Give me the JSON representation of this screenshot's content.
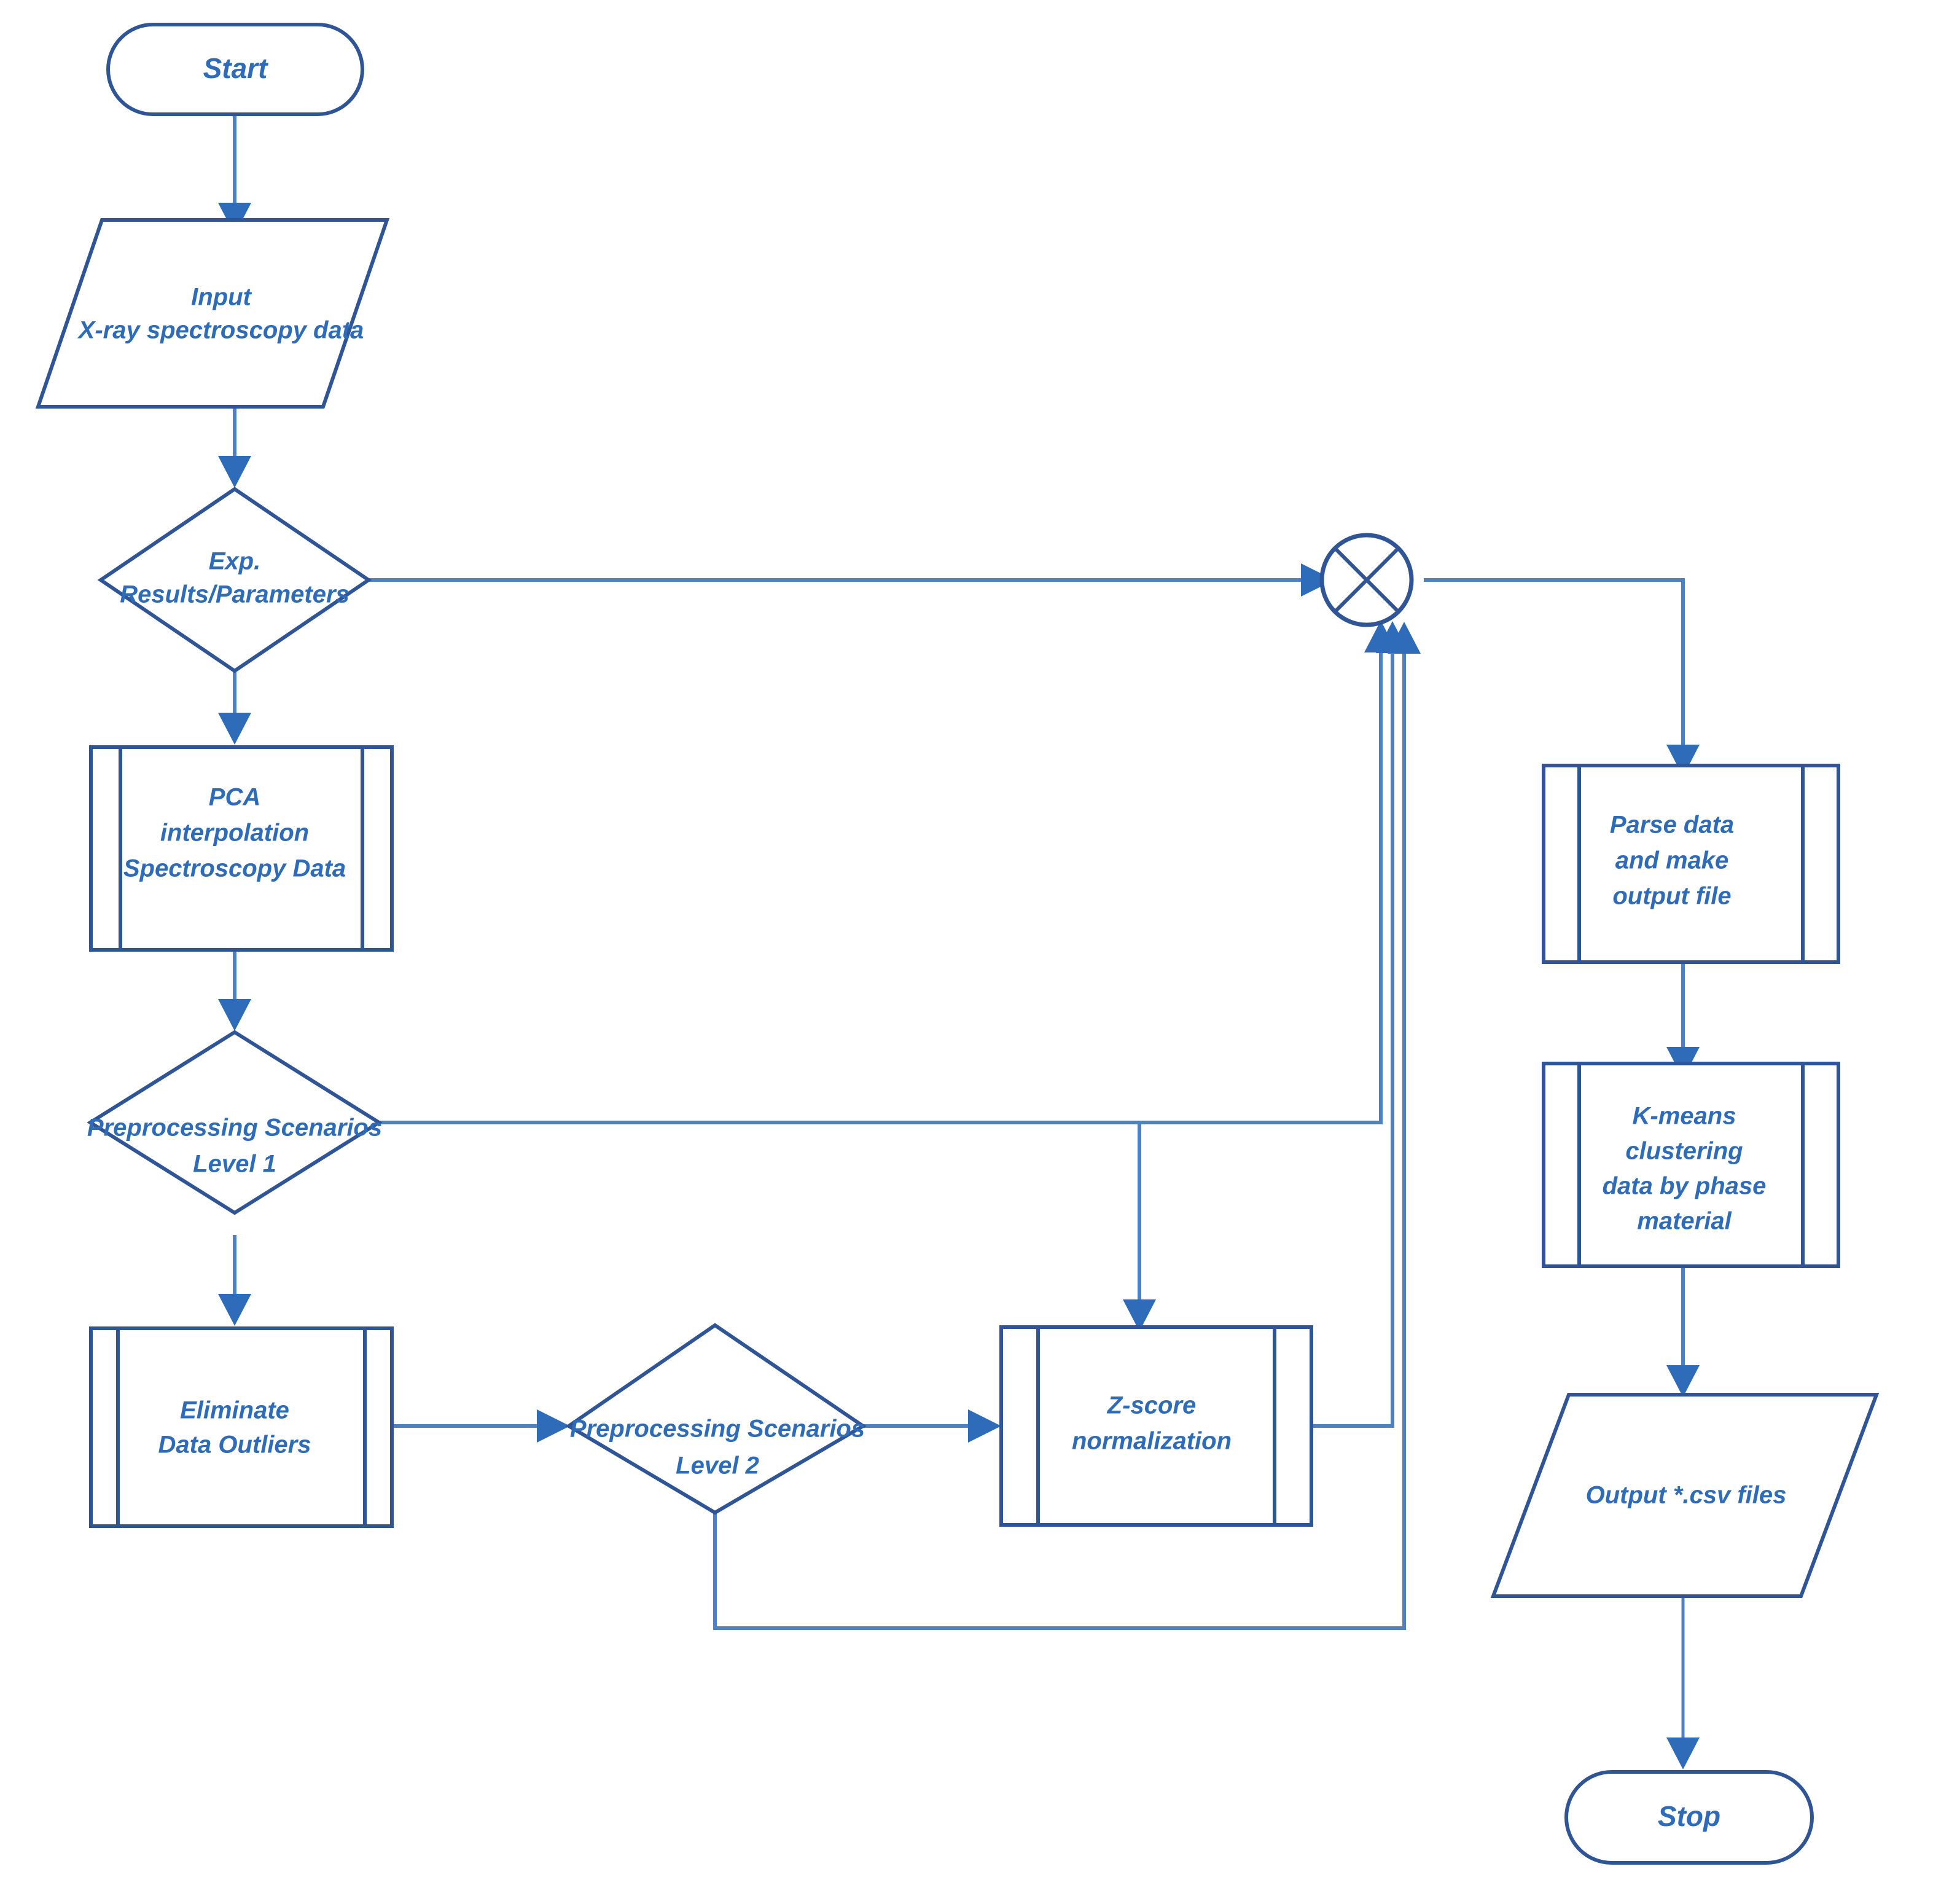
{
  "diagram": {
    "title": "X-ray spectroscopy data processing flowchart",
    "colors": {
      "shape_stroke": "#2F5597",
      "connector_stroke": "#4E80C4",
      "arrow_fill": "#2E6BB8",
      "text": "#2E6BB8",
      "background": "#FFFFFF"
    }
  },
  "nodes": {
    "start": {
      "label": "Start",
      "shape": "terminal"
    },
    "input_data": {
      "shape": "io-parallelogram",
      "lines": [
        "Input",
        "X-ray spectroscopy data"
      ]
    },
    "exp_results": {
      "shape": "decision-diamond",
      "lines": [
        "Exp.",
        "Results/Parameters"
      ]
    },
    "pca": {
      "shape": "predefined-process",
      "lines": [
        "PCA",
        "interpolation",
        "Spectroscopy Data"
      ]
    },
    "preproc_level1": {
      "shape": "decision-diamond",
      "lines": [
        "Preprocessing Scenarios",
        "Level 1"
      ]
    },
    "eliminate_outliers": {
      "shape": "predefined-process",
      "lines": [
        "Eliminate",
        "Data Outliers"
      ]
    },
    "preproc_level2": {
      "shape": "decision-diamond",
      "lines": [
        "Preprocessing Scenarios",
        "Level 2"
      ]
    },
    "zscore": {
      "shape": "predefined-process",
      "lines": [
        "Z-score",
        "normalization"
      ]
    },
    "junction": {
      "shape": "circle-cross",
      "label": ""
    },
    "parse_data": {
      "shape": "predefined-process",
      "lines": [
        "Parse data",
        "and make",
        "output file"
      ]
    },
    "kmeans": {
      "shape": "predefined-process",
      "lines": [
        "K-means",
        "clustering",
        "data by phase",
        "material"
      ]
    },
    "output_csv": {
      "shape": "io-parallelogram",
      "lines": [
        "Output *.csv files"
      ]
    },
    "stop": {
      "label": "Stop",
      "shape": "terminal"
    }
  },
  "edges": [
    {
      "from": "start",
      "to": "input_data",
      "arrow": true
    },
    {
      "from": "input_data",
      "to": "exp_results",
      "arrow": true
    },
    {
      "from": "exp_results",
      "to": "junction",
      "arrow": true
    },
    {
      "from": "exp_results",
      "to": "pca",
      "arrow": true
    },
    {
      "from": "pca",
      "to": "preproc_level1",
      "arrow": true
    },
    {
      "from": "preproc_level1",
      "to": "eliminate_outliers",
      "arrow": true
    },
    {
      "from": "preproc_level1",
      "to": "junction",
      "arrow": true
    },
    {
      "from": "preproc_level1",
      "to": "zscore",
      "arrow": true
    },
    {
      "from": "eliminate_outliers",
      "to": "preproc_level2",
      "arrow": true
    },
    {
      "from": "preproc_level2",
      "to": "zscore",
      "arrow": true
    },
    {
      "from": "preproc_level2",
      "to": "junction",
      "arrow": true
    },
    {
      "from": "zscore",
      "to": "junction",
      "arrow": true
    },
    {
      "from": "junction",
      "to": "parse_data",
      "arrow": true
    },
    {
      "from": "parse_data",
      "to": "kmeans",
      "arrow": true
    },
    {
      "from": "kmeans",
      "to": "output_csv",
      "arrow": true
    },
    {
      "from": "output_csv",
      "to": "stop",
      "arrow": true
    }
  ]
}
